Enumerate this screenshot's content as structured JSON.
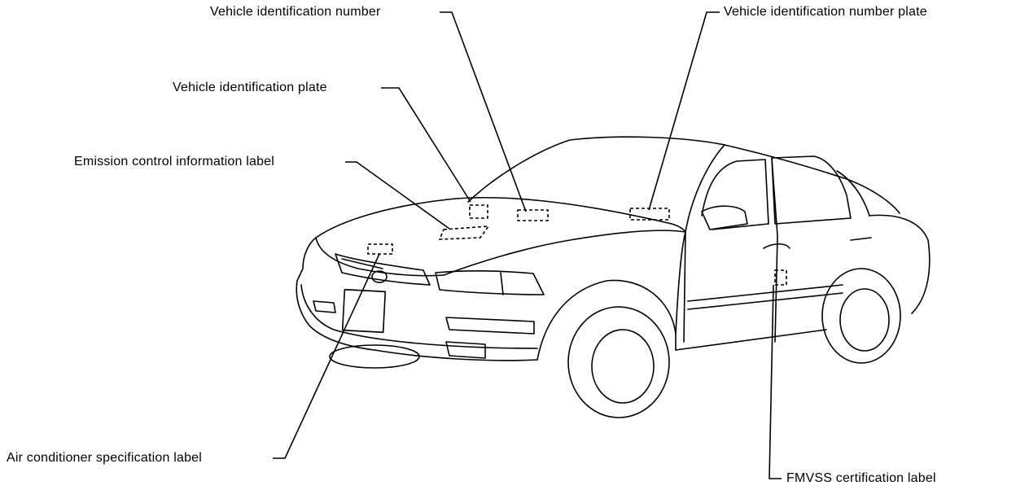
{
  "labels": {
    "vin": "Vehicle identification number",
    "vin_plate": "Vehicle identification number plate",
    "vehicle_id_plate": "Vehicle identification plate",
    "emission_label": "Emission control information label",
    "ac_label": "Air conditioner specification label",
    "fmvss_label": "FMVSS certification label"
  }
}
